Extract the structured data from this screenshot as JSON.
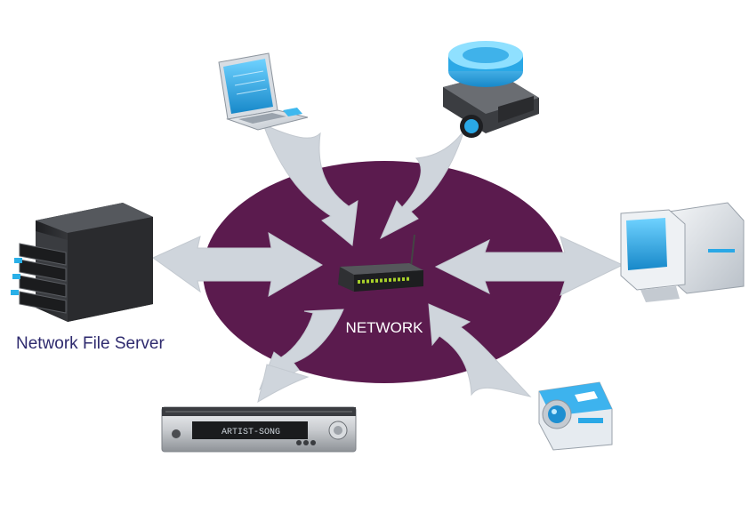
{
  "diagram": {
    "center_label": "NETWORK",
    "server_label": "Network File Server",
    "nodes": [
      {
        "name": "laptop",
        "icon": "laptop-icon"
      },
      {
        "name": "projector",
        "icon": "projector-icon"
      },
      {
        "name": "desktop-computer",
        "icon": "desktop-computer-icon"
      },
      {
        "name": "camera",
        "icon": "camera-icon"
      },
      {
        "name": "av-receiver",
        "icon": "av-receiver-icon",
        "display_text": "ARTIST-SONG"
      },
      {
        "name": "file-server",
        "icon": "file-server-icon"
      }
    ],
    "colors": {
      "network_ellipse": "#5b1b4e",
      "arrow": "#cfd5dc",
      "label": "#2e2a6e",
      "accent_blue": "#2aa8e6"
    }
  }
}
